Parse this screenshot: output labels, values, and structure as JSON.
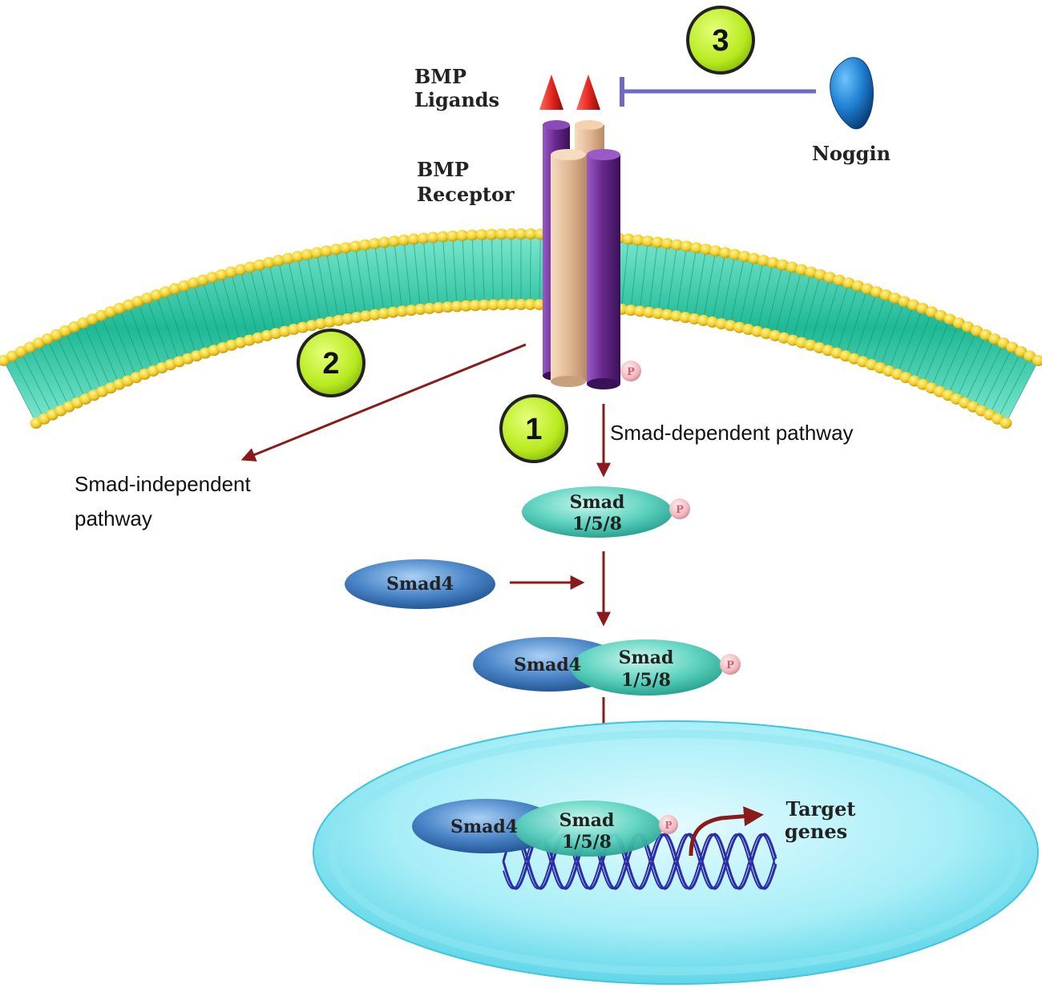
{
  "ligand_label_line1": "BMP",
  "ligand_label_line2": "Ligands",
  "receptor_label_line1": "BMP",
  "receptor_label_line2": "Receptor",
  "noggin_label": "Noggin",
  "badge_1": "1",
  "badge_2": "2",
  "badge_3": "3",
  "smad_dependent_label": "Smad-dependent pathway",
  "smad_independent_line1": "Smad-independent",
  "smad_independent_line2": "pathway",
  "smad158_line1": "Smad",
  "smad158_line2": "1/5/8",
  "smad4_label": "Smad4",
  "phospho_label": "P",
  "target_genes_line1": "Target",
  "target_genes_line2": "genes",
  "colors": {
    "membrane_head": "#f2cf2a",
    "membrane_tail": "#2fd0a8",
    "receptor_purple": "#6a2a8e",
    "receptor_tan": "#e6c09c",
    "ligand": "#e0241e",
    "inhibit_line": "#6f68c8",
    "noggin": "#1f7fd0",
    "arrow": "#8b1a1a",
    "badge_fill": "#b7ea1e",
    "smad158": "#5fd3c0",
    "smad4": "#4b86c8",
    "nucleus": "#5fd6e8",
    "dna": "#2c2ca8"
  }
}
